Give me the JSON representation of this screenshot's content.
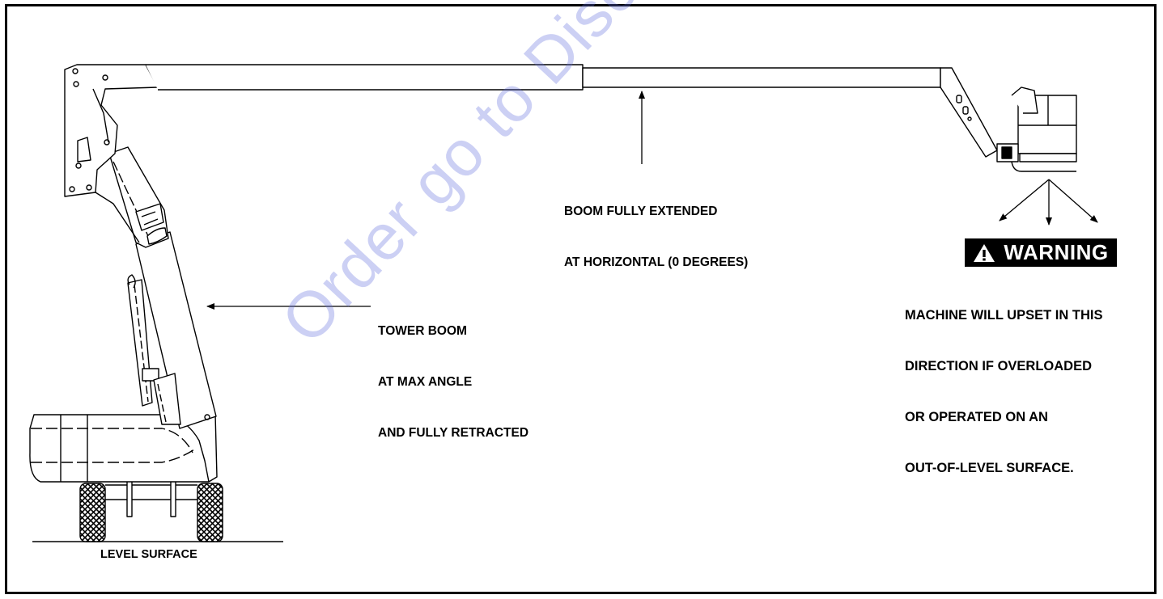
{
  "labels": {
    "boom_extended": [
      "BOOM FULLY EXTENDED",
      "AT HORIZONTAL (0 DEGREES)"
    ],
    "tower_boom": [
      "TOWER BOOM",
      "AT MAX ANGLE",
      "AND FULLY RETRACTED"
    ],
    "level_surface": "LEVEL SURFACE"
  },
  "warning": {
    "title": "WARNING",
    "lines": [
      "MACHINE WILL UPSET IN THIS",
      "DIRECTION IF OVERLOADED",
      "OR OPERATED ON AN",
      "OUT-OF-LEVEL SURFACE."
    ]
  },
  "watermark": "Order go to Discount-Equipment.com",
  "colors": {
    "line": "#000000",
    "badge": "#000000",
    "badge_text": "#ffffff",
    "watermark": "#5f6edc"
  }
}
